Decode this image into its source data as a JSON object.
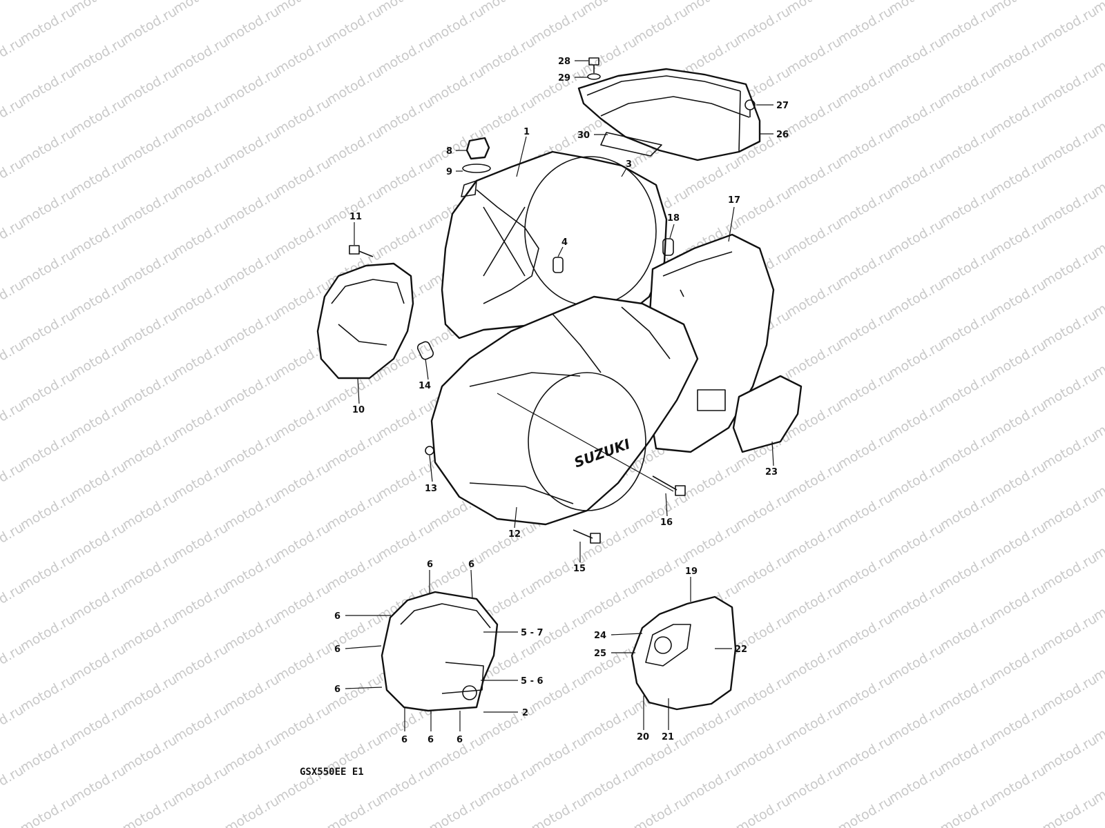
{
  "watermark": {
    "text": "motod.ru",
    "color": "#c9c9c9"
  },
  "diagram_code": "GSX550EE E1",
  "callouts": {
    "p1": "1",
    "p2": "2",
    "p3": "3",
    "p4": "4",
    "p5_7": "5 - 7",
    "p5_6": "5 - 6",
    "p6_a": "6",
    "p6_b": "6",
    "p6_c": "6",
    "p6_d": "6",
    "p6_e": "6",
    "p6_f": "6",
    "p6_g": "6",
    "p6_h": "6",
    "p8": "8",
    "p9": "9",
    "p10": "10",
    "p11": "11",
    "p12": "12",
    "p13": "13",
    "p14": "14",
    "p15": "15",
    "p16": "16",
    "p17": "17",
    "p18": "18",
    "p19": "19",
    "p20": "20",
    "p21": "21",
    "p22": "22",
    "p23": "23",
    "p24": "24",
    "p25": "25",
    "p26": "26",
    "p27": "27",
    "p28": "28",
    "p29": "29",
    "p30": "30"
  },
  "logo_text": "SUZUKI"
}
